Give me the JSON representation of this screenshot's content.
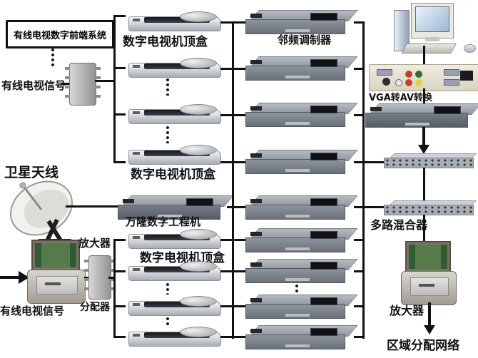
{
  "diagram": {
    "title": "有线电视数字前端系统",
    "labels": {
      "cable_tv_signal": "有线电视信号",
      "stb": "数字电视机顶盒",
      "adjacent_modulator": "邻频调制器",
      "satellite_antenna": "卫星天线",
      "wanlong_machine": "万隆数字工程机",
      "amplifier": "放大器",
      "splitter": "分配器",
      "vga_to_av": "VGA转AV转换",
      "multi_mixer": "多路混合器",
      "area_network": "区域分配网络"
    },
    "icons": {
      "set_top_box": "stb-device-icon",
      "rack_modulator": "rack-modulator-icon",
      "mixer": "mixer-device-icon",
      "splitter": "splitter-device-icon",
      "amplifier": "amplifier-device-icon",
      "satellite_dish": "satellite-dish-icon",
      "computer": "desktop-computer-icon",
      "vga_av_converter": "converter-box-icon"
    },
    "colors": {
      "background": "#ffffff",
      "line": "#111111",
      "rack_gray": "#6b717a",
      "pcb_green": "#577a4a",
      "converter_beige": "#ece8da"
    }
  }
}
